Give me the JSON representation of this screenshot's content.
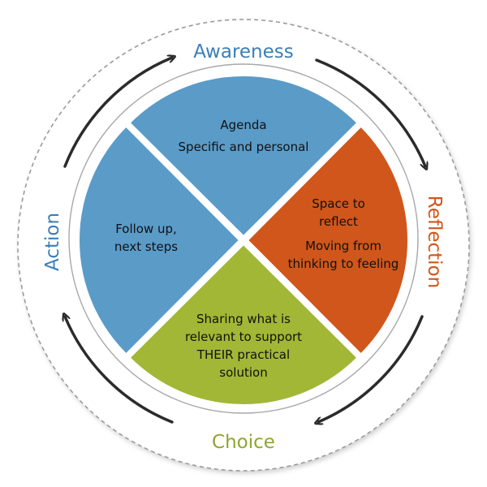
{
  "labels": {
    "top": "Awareness",
    "right": "Reflection",
    "bottom": "Choice",
    "left": "Action"
  },
  "segments": {
    "top": {
      "line1": "Agenda",
      "line2": "Specific and personal",
      "color": "#5a9bc8"
    },
    "right": {
      "line1": "Space to",
      "line2": "reflect",
      "line3": "Moving from",
      "line4": "thinking to feeling",
      "color": "#d0561b"
    },
    "bottom": {
      "line1": "Sharing what is",
      "line2": "relevant to support",
      "line3": "THEIR practical",
      "line4": "solution",
      "color": "#a2b736"
    },
    "left": {
      "line1": "Follow up,",
      "line2": "next steps",
      "color": "#5a9bc8"
    }
  },
  "colors": {
    "awareness": "#3a7fb7",
    "reflection": "#d0561b",
    "choice": "#8fa52e",
    "action": "#3a7fb7",
    "arrow": "#2b2b2b",
    "outer_ring": "#9a9a9a"
  }
}
